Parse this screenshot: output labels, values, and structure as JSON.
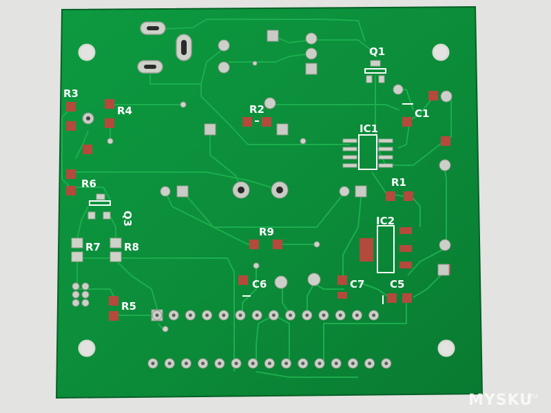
{
  "colors": {
    "background": "#e3e3e1",
    "board": "#0c8c3a",
    "trace": "#1aa94b",
    "silk": "#ffffff",
    "pad_copper": "#b04a3a",
    "pad_plated": "#c9ccc6",
    "hole": "#e3e3e1"
  },
  "labels": {
    "r3": "R3",
    "r4": "R4",
    "r2": "R2",
    "r6": "R6",
    "q3": "Q3",
    "r7": "R7",
    "r8": "R8",
    "r5": "R5",
    "r9": "R9",
    "c6": "C6",
    "c7": "C7",
    "c5": "C5",
    "r1": "R1",
    "ic1": "IC1",
    "ic2": "IC2",
    "q1": "Q1",
    "c1": "C1"
  },
  "watermark": {
    "brand": "MYSKU",
    "suffix": ".ru"
  }
}
